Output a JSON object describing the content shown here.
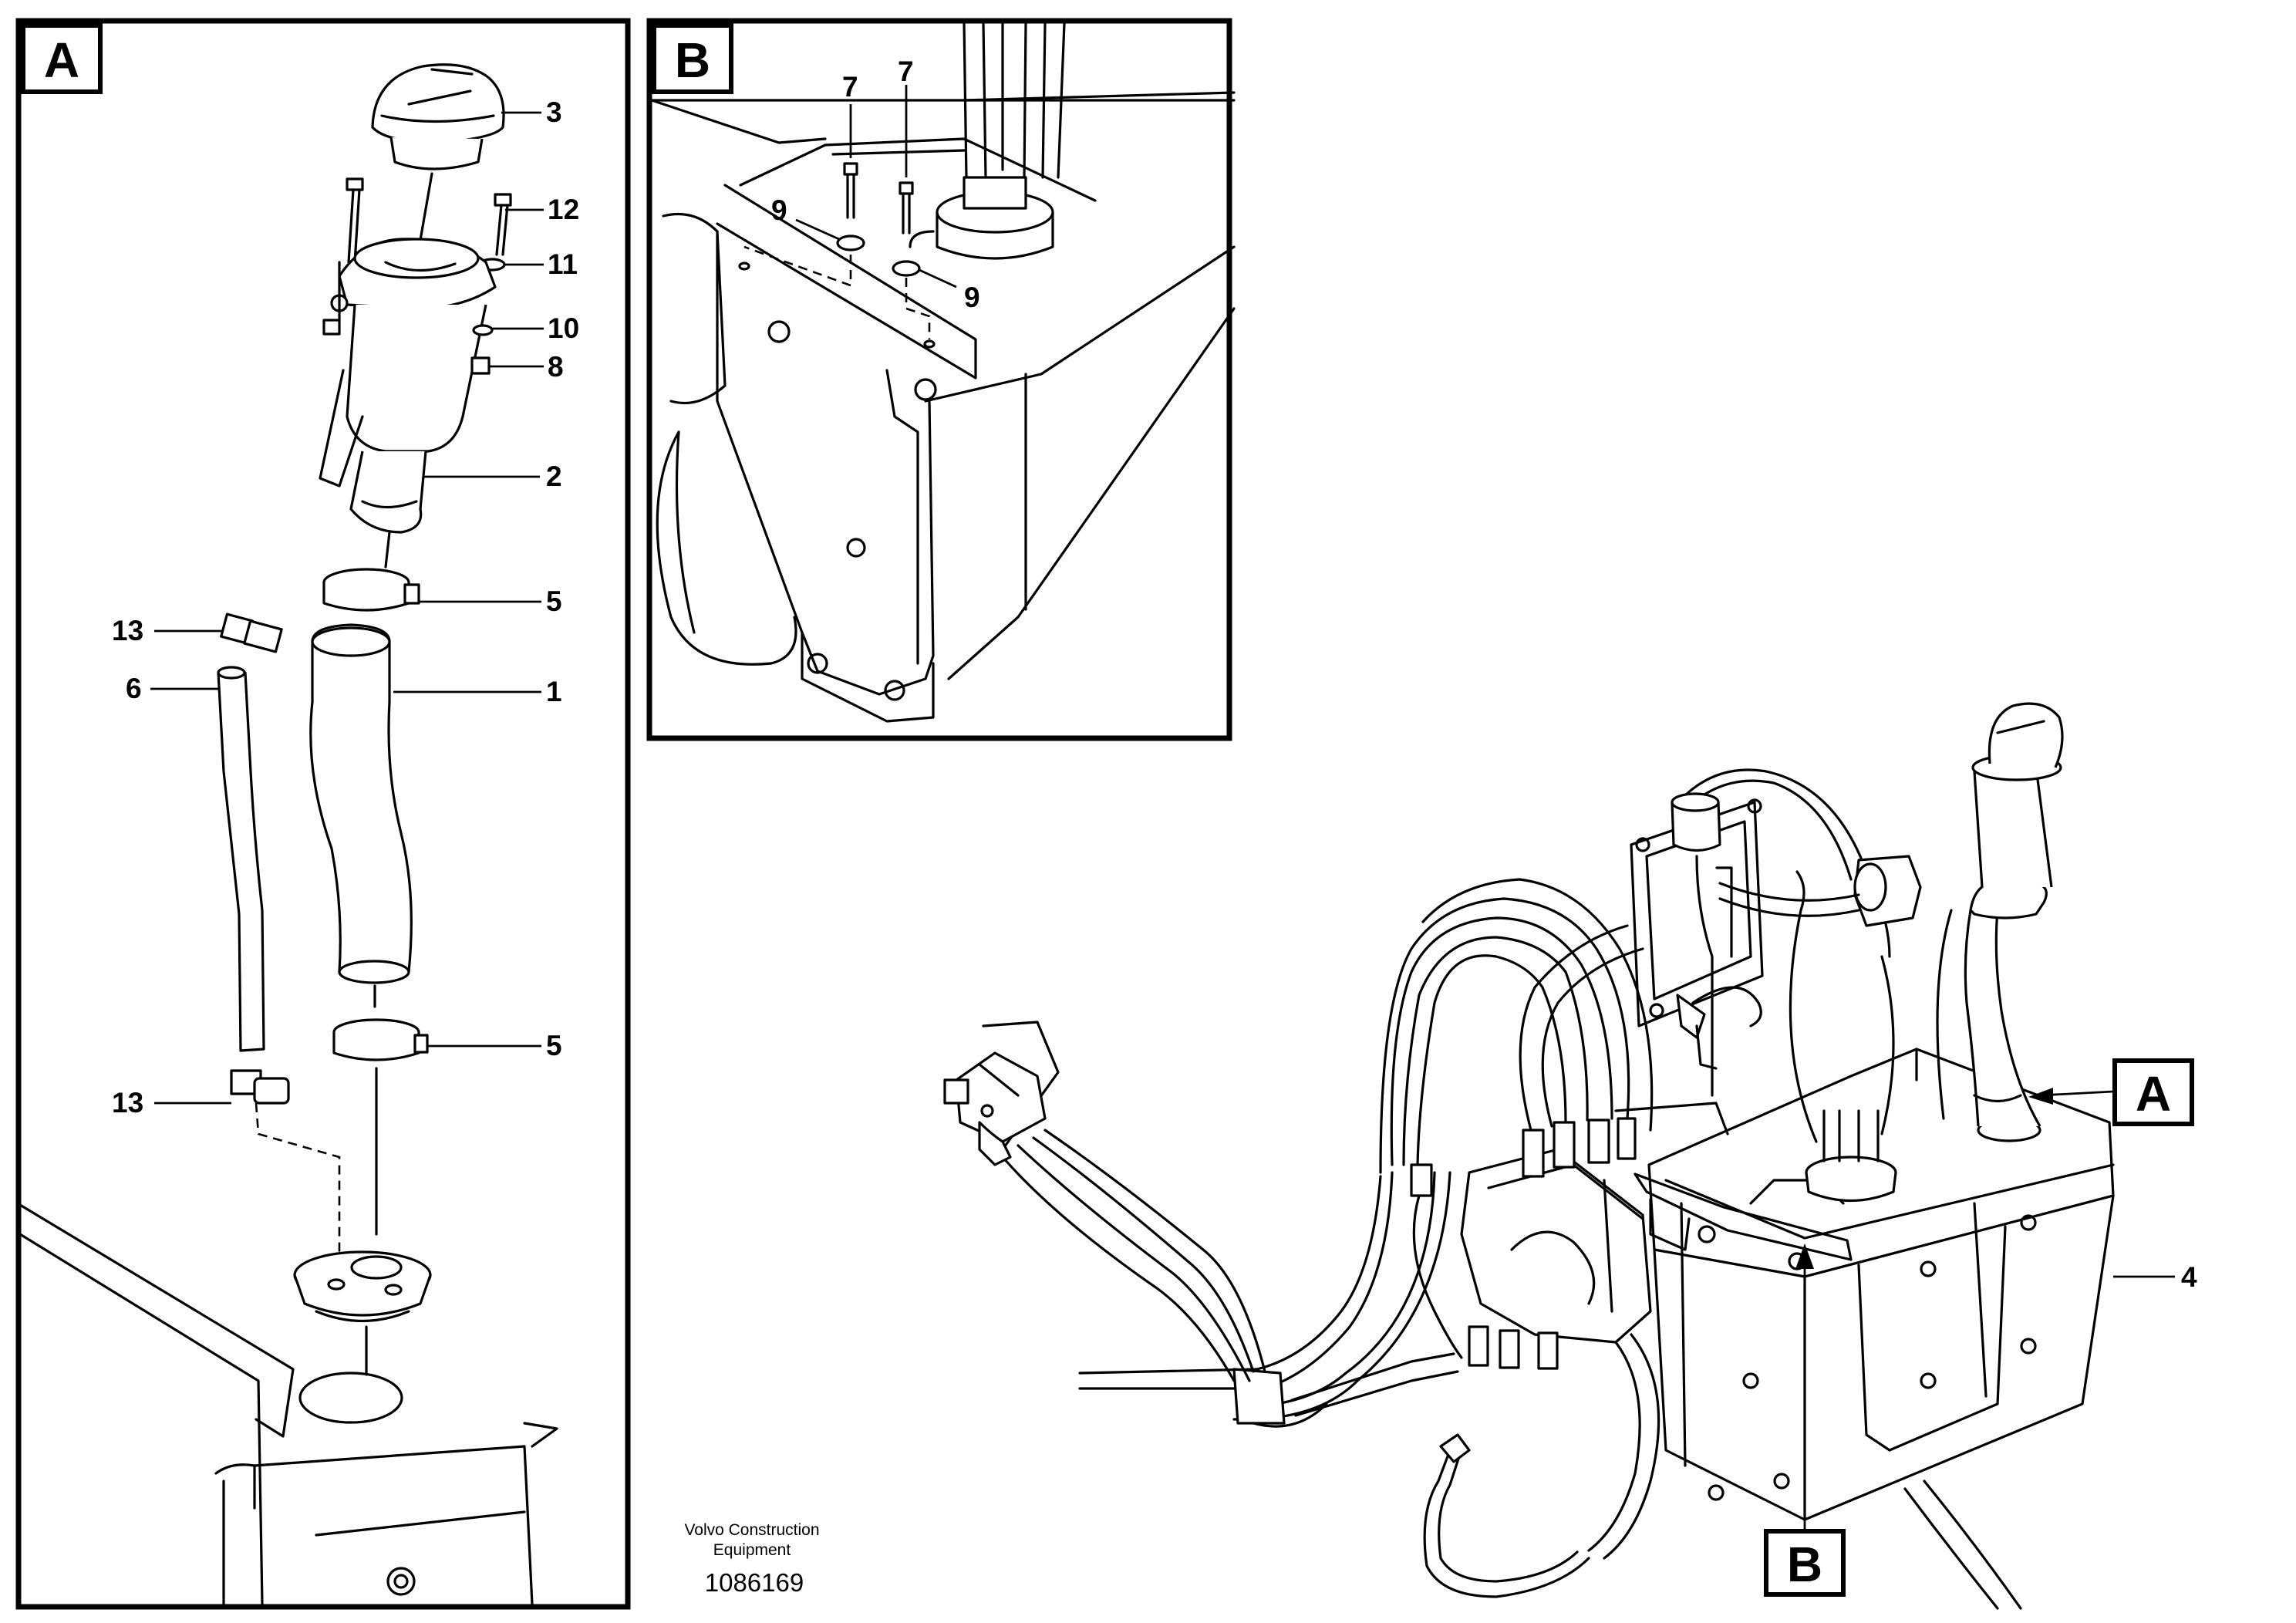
{
  "panels": {
    "a": {
      "tag": "A"
    },
    "b": {
      "tag": "B"
    }
  },
  "callouts": {
    "a_3": "3",
    "a_12": "12",
    "a_11": "11",
    "a_10": "10",
    "a_8": "8",
    "a_2": "2",
    "a_5_upper": "5",
    "a_13_upper": "13",
    "a_1": "1",
    "a_6": "6",
    "a_5_lower": "5",
    "a_13_lower": "13",
    "b_7_left": "7",
    "b_7_right": "7",
    "b_9_left": "9",
    "b_9_right": "9",
    "main_4": "4",
    "main_tag_a": "A",
    "main_tag_b": "B"
  },
  "footer": {
    "company_line1": "Volvo Construction",
    "company_line2": "Equipment",
    "drawing_number": "1086169"
  }
}
